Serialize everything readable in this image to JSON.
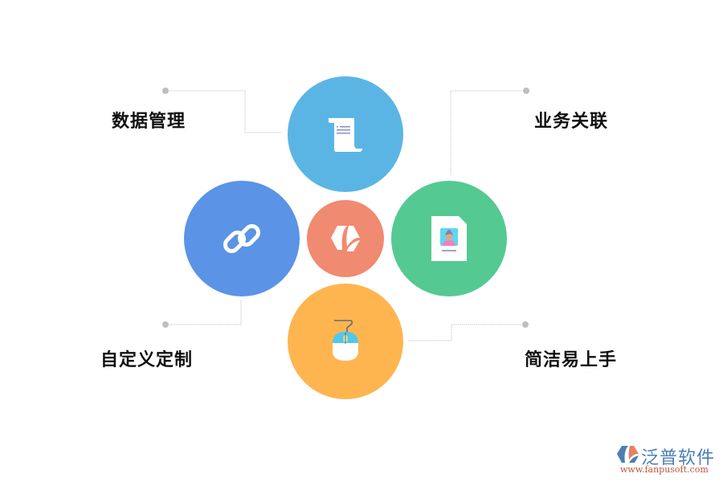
{
  "diagram": {
    "center": {
      "name": "brand-hub",
      "icon": "brand-logo-icon",
      "color": "#F08A70"
    },
    "nodes": [
      {
        "id": "top",
        "label": "数据管理",
        "icon": "scroll-document-icon",
        "color": "#5BB5E4"
      },
      {
        "id": "right",
        "label": "业务关联",
        "icon": "profile-card-icon",
        "color": "#55C992"
      },
      {
        "id": "left",
        "label": "自定义定制",
        "icon": "link-chain-icon",
        "color": "#5B93E6"
      },
      {
        "id": "bottom",
        "label": "简洁易上手",
        "icon": "mouse-icon",
        "color": "#FFB54F"
      }
    ],
    "connector_color": "#C8C8C8"
  },
  "watermark": {
    "name": "泛普软件",
    "url": "www.fanpusoft.com"
  }
}
